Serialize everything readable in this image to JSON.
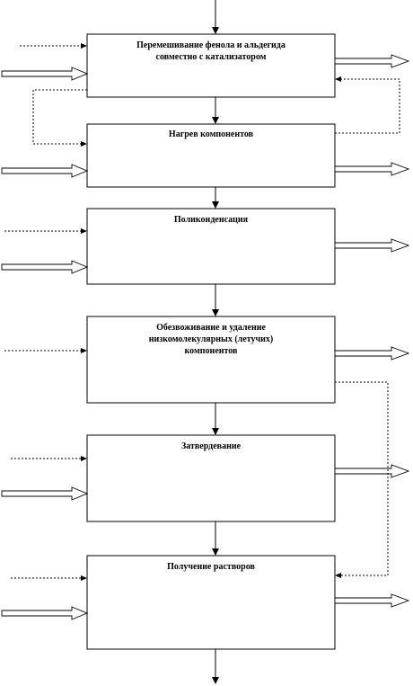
{
  "diagram": {
    "stages": [
      {
        "id": "mixing",
        "label": "Перемешивание  фенола  и альдегида\nсовместно  с катализатором"
      },
      {
        "id": "heating",
        "label": "Нагрев  компонентов"
      },
      {
        "id": "polycondensation",
        "label": "Поликонденсация"
      },
      {
        "id": "dehydration",
        "label": "Обезвоживание  и удаление\nнизкомолекулярных    (летучих)\nкомпонентов"
      },
      {
        "id": "curing",
        "label": "Затвердевание"
      },
      {
        "id": "solutions",
        "label": "Получение  растворов"
      }
    ]
  }
}
